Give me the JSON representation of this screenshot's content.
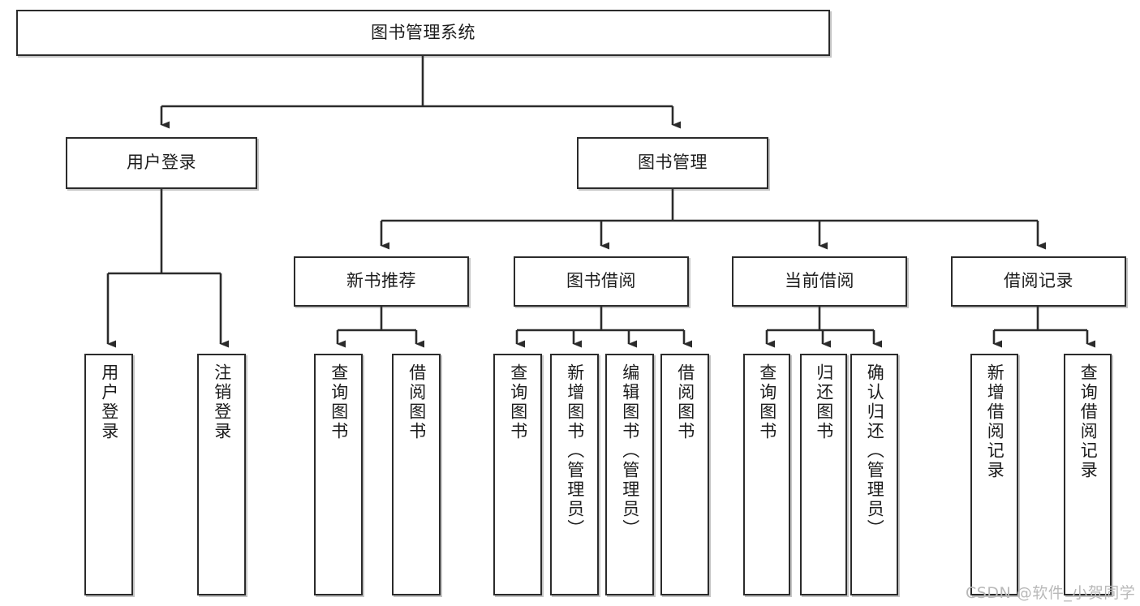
{
  "diagram": {
    "title": "图书管理系统",
    "type": "tree-hierarchy-chart",
    "colors": {
      "box_border": "#2b2b2b",
      "box_fill": "#ffffff",
      "connector": "#2b2b2b",
      "text": "#1c1c1c",
      "watermark": "#b9b9b9",
      "background": "#ffffff"
    },
    "root": {
      "label": "图书管理系统"
    },
    "level2": [
      {
        "id": "user-login",
        "label": "用户登录"
      },
      {
        "id": "book-management",
        "label": "图书管理"
      }
    ],
    "level3": [
      {
        "id": "new-book-recommend",
        "label": "新书推荐"
      },
      {
        "id": "book-borrow",
        "label": "图书借阅"
      },
      {
        "id": "current-borrow",
        "label": "当前借阅"
      },
      {
        "id": "borrow-record",
        "label": "借阅记录"
      }
    ],
    "leaves": {
      "user_login": [
        {
          "id": "leaf-user-login",
          "label": "用户登录"
        },
        {
          "id": "leaf-logout-login",
          "label": "注销登录"
        }
      ],
      "new_book_recommend": [
        {
          "id": "leaf-query-book-1",
          "label": "查询图书"
        },
        {
          "id": "leaf-borrow-book-1",
          "label": "借阅图书"
        }
      ],
      "book_borrow": [
        {
          "id": "leaf-query-book-2",
          "label": "查询图书"
        },
        {
          "id": "leaf-add-book",
          "label": "新增图书（管理员）"
        },
        {
          "id": "leaf-edit-book",
          "label": "编辑图书（管理员）"
        },
        {
          "id": "leaf-borrow-book-2",
          "label": "借阅图书"
        }
      ],
      "current_borrow": [
        {
          "id": "leaf-query-book-3",
          "label": "查询图书"
        },
        {
          "id": "leaf-return-book",
          "label": "归还图书"
        },
        {
          "id": "leaf-confirm-return",
          "label": "确认归还（管理员）"
        }
      ],
      "borrow_record": [
        {
          "id": "leaf-add-record",
          "label": "新增借阅记录"
        },
        {
          "id": "leaf-query-record",
          "label": "查询借阅记录"
        }
      ]
    },
    "watermark": "CSDN @软件_小贺同学"
  }
}
